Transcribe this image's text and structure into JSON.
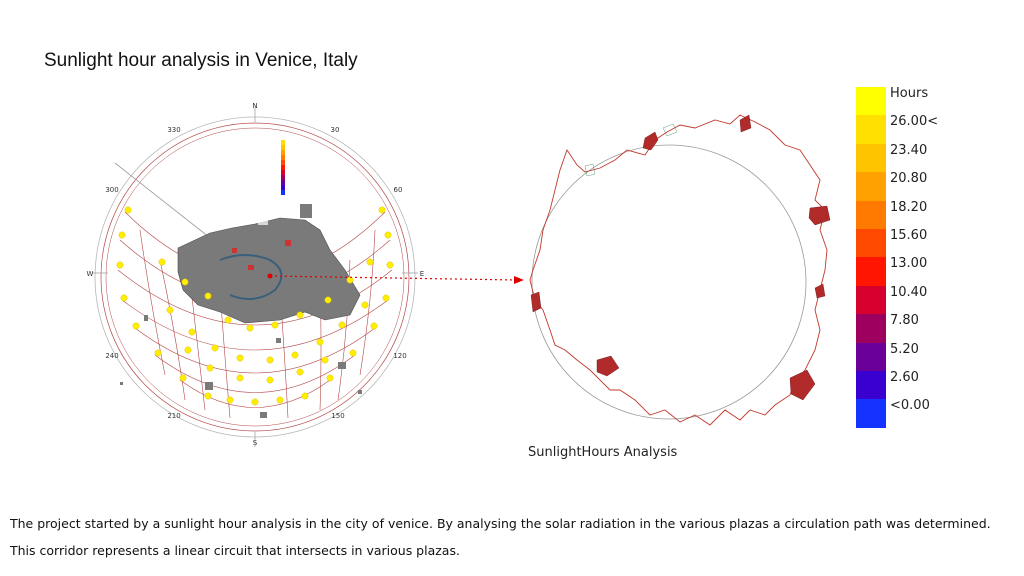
{
  "page": {
    "title": "Sunlight hour analysis in Venice, Italy",
    "caption": "SunlightHours Analysis",
    "description": [
      "The project started by a sunlight hour analysis in the city of venice. By analysing the solar radiation in the various plazas a circulation path was determined.",
      "This corridor represents a linear circuit that intersects in various plazas."
    ]
  },
  "compass": {
    "N": "N",
    "S": "S",
    "W": "W",
    "E": "E",
    "ticks": [
      "30",
      "60",
      "120",
      "150",
      "210",
      "240",
      "300",
      "330"
    ]
  },
  "legend": {
    "header": "Hours",
    "items": [
      {
        "label": "26.00<",
        "color": "#FFE000"
      },
      {
        "label": "23.40",
        "color": "#FFC400"
      },
      {
        "label": "20.80",
        "color": "#FFA100"
      },
      {
        "label": "18.20",
        "color": "#FF7A00"
      },
      {
        "label": "15.60",
        "color": "#FF4A00"
      },
      {
        "label": "13.00",
        "color": "#FF1500"
      },
      {
        "label": "10.40",
        "color": "#D5002E"
      },
      {
        "label": "7.80",
        "color": "#9E0060"
      },
      {
        "label": "5.20",
        "color": "#6B0098"
      },
      {
        "label": "2.60",
        "color": "#3A00D0"
      },
      {
        "label": "<0.00",
        "color": "#1433FF"
      }
    ],
    "header_color": "#FFFF00"
  },
  "colors": {
    "sun_path": "#b34747",
    "sun_point": "#FFEE00",
    "path_line": "#c0392b",
    "arrow": "#dd0000",
    "land": "#7a7a7a"
  }
}
